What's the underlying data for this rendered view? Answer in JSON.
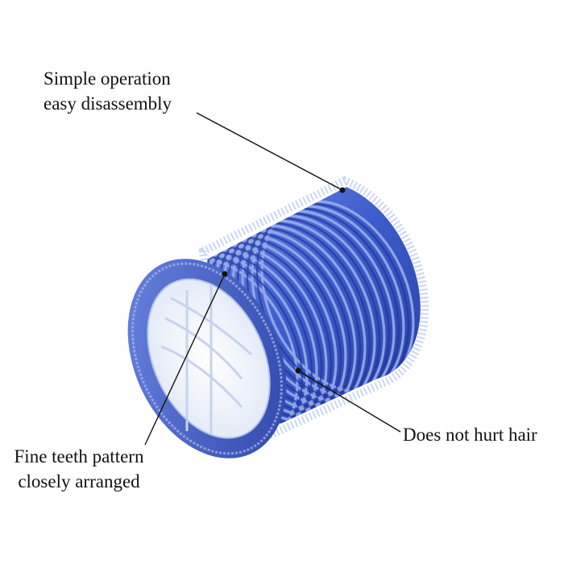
{
  "image": {
    "background_color": "#ffffff",
    "subject": "blue self-grip hair roller",
    "colors": {
      "roller_blue": "#3f5fcf",
      "roller_dark": "#23389a",
      "roller_light": "#8fa5ec",
      "core_white": "#f4f7fb",
      "leader_line": "#111111"
    }
  },
  "callouts": {
    "top": {
      "line1": "Simple operation",
      "line2": "easy disassembly"
    },
    "right": {
      "line1": "Does not hurt hair"
    },
    "bottom": {
      "line1": "Fine teeth pattern",
      "line2": "closely arranged"
    }
  }
}
